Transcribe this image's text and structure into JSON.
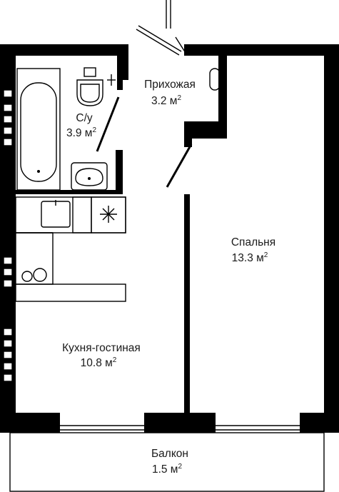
{
  "rooms": {
    "hallway": {
      "name": "Прихожая",
      "area": "3.2 м",
      "unit_sup": "2"
    },
    "bathroom": {
      "name": "С/у",
      "area": "3.9 м",
      "unit_sup": "2"
    },
    "bedroom": {
      "name": "Спальня",
      "area": "13.3 м",
      "unit_sup": "2"
    },
    "kitchen_living": {
      "name": "Кухня-гостиная",
      "area": "10.8 м",
      "unit_sup": "2"
    },
    "balcony": {
      "name": "Балкон",
      "area": "1.5 м",
      "unit_sup": "2"
    }
  },
  "colors": {
    "wall": "#000000",
    "background": "#ffffff",
    "text": "#1a1a1a"
  }
}
